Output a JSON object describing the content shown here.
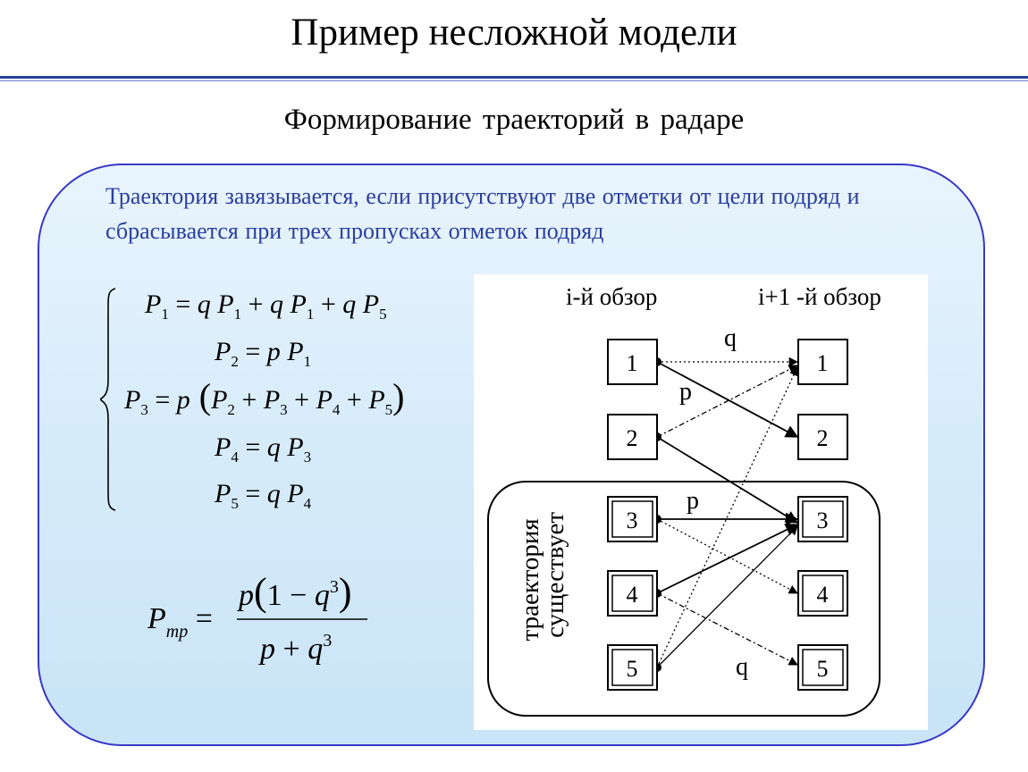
{
  "slide": {
    "title": "Пример несложной модели",
    "subtitle": "Формирование  траекторий  в радаре",
    "description": "Траектория завязывается, если присутствуют две отметки от цели подряд и сбрасывается при трех пропусках отметок подряд"
  },
  "equations": {
    "system": [
      "P1 = q P1 + q P1 + q P5",
      "P2 = p P1",
      "P3 = p(P2 + P3 + P4 + P5)",
      "P4 = q P3",
      "P5 = q P4"
    ],
    "result": "Pтр = p(1 − q³) / (p + q³)"
  },
  "diagram": {
    "header_left": "i-й обзор",
    "header_right": "i+1 -й обзор",
    "left_states": [
      "1",
      "2",
      "3",
      "4",
      "5"
    ],
    "right_states": [
      "1",
      "2",
      "3",
      "4",
      "5"
    ],
    "group_label": "траектория существует",
    "edge_labels": {
      "q_top": "q",
      "p_top": "p",
      "p_mid": "p",
      "q_bottom": "q"
    },
    "transitions": [
      {
        "from": "1",
        "to": "1",
        "prob": "q",
        "style": "dotted"
      },
      {
        "from": "1",
        "to": "2",
        "prob": "p",
        "style": "solid"
      },
      {
        "from": "2",
        "to": "1",
        "prob": "q",
        "style": "dashdot"
      },
      {
        "from": "2",
        "to": "3",
        "prob": "p",
        "style": "solid"
      },
      {
        "from": "3",
        "to": "3",
        "prob": "p",
        "style": "solid"
      },
      {
        "from": "3",
        "to": "4",
        "prob": "q",
        "style": "dotted"
      },
      {
        "from": "4",
        "to": "3",
        "prob": "p",
        "style": "solid"
      },
      {
        "from": "4",
        "to": "5",
        "prob": "q",
        "style": "dashdot"
      },
      {
        "from": "5",
        "to": "3",
        "prob": "p",
        "style": "solid"
      },
      {
        "from": "5",
        "to": "1",
        "prob": "q",
        "style": "dotted"
      }
    ]
  }
}
